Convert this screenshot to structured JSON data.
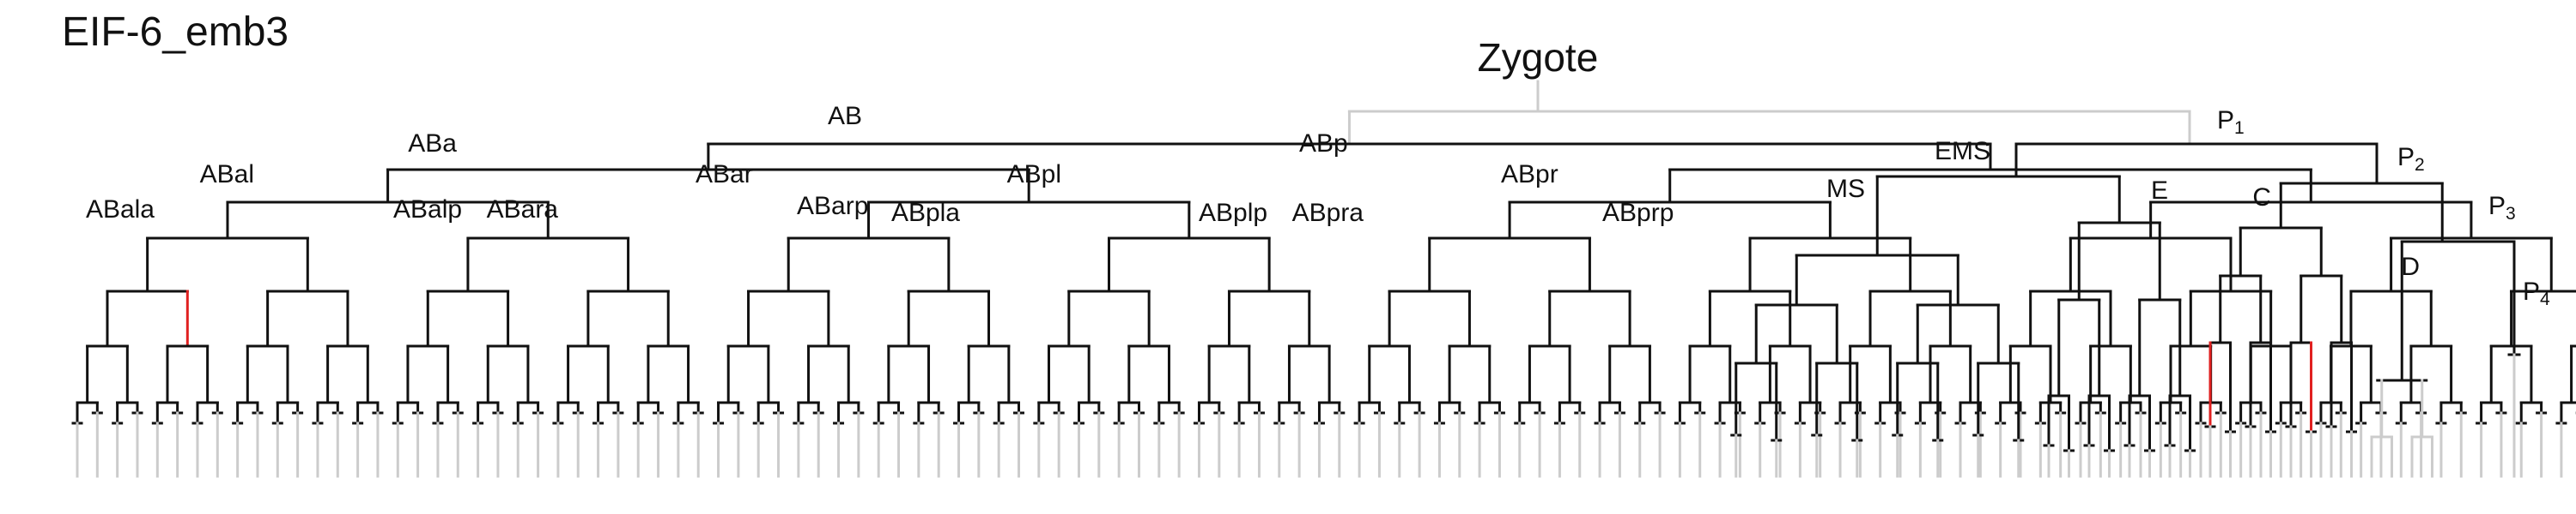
{
  "embryo": "EIF-6_emb3",
  "root": "Zygote",
  "colors": {
    "ab_trunk": "#cccccc",
    "lineage": "#111111",
    "late": "#cccccc",
    "highlight": "#e02020"
  },
  "labels": {
    "AB": "AB",
    "P1": "P",
    "P1_sub": "1",
    "ABa": "ABa",
    "ABp": "ABp",
    "ABal": "ABal",
    "ABar": "ABar",
    "ABpl": "ABpl",
    "ABpr": "ABpr",
    "ABala": "ABala",
    "ABalp": "ABalp",
    "ABara": "ABara",
    "ABarp": "ABarp",
    "ABpla": "ABpla",
    "ABplp": "ABplp",
    "ABpra": "ABpra",
    "ABprp": "ABprp",
    "EMS": "EMS",
    "MS": "MS",
    "E": "E",
    "P2": "P",
    "P2_sub": "2",
    "C": "C",
    "P3": "P",
    "P3_sub": "3",
    "D": "D",
    "P4": "P",
    "P4_sub": "4"
  }
}
